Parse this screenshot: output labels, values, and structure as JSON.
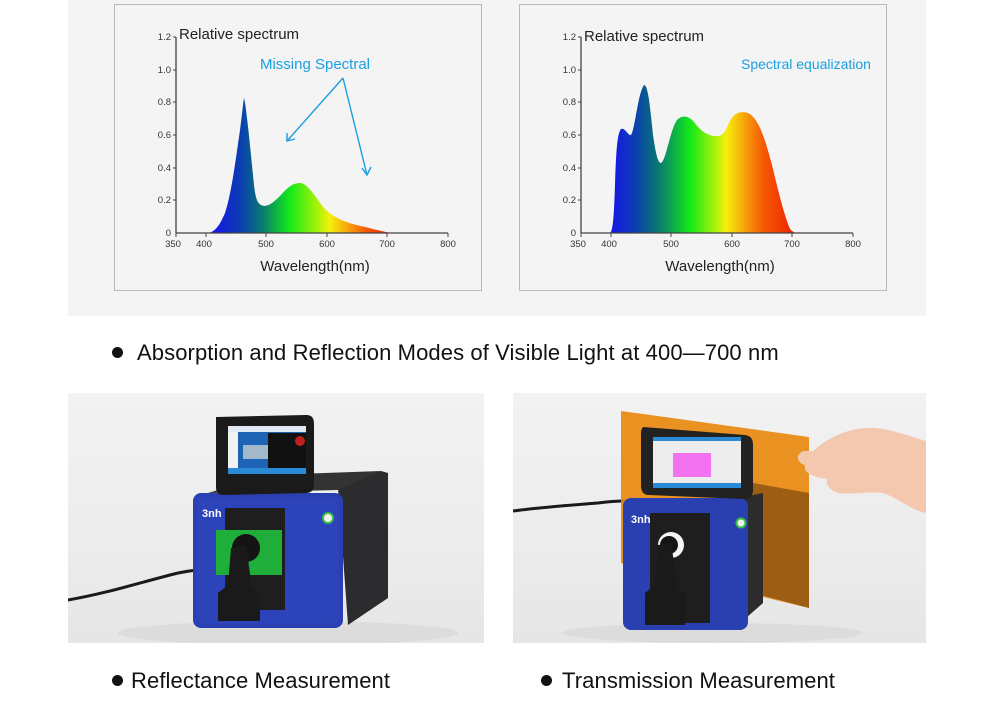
{
  "top_section": {
    "charts": [
      {
        "y_title": "Relative spectrum",
        "annotation": "Missing Spectral",
        "x_title": "Wavelength(nm)",
        "y_ticks": [
          "0",
          "0.2",
          "0.4",
          "0.6",
          "0.8",
          "1.0",
          "1.2"
        ],
        "x_ticks": [
          "350",
          "400",
          "500",
          "600",
          "700",
          "800"
        ]
      },
      {
        "y_title": "Relative spectrum",
        "annotation": "Spectral equalization",
        "x_title": "Wavelength(nm)",
        "y_ticks": [
          "0",
          "0.2",
          "0.4",
          "0.6",
          "0.8",
          "1.0",
          "1.2"
        ],
        "x_ticks": [
          "350",
          "400",
          "500",
          "600",
          "700",
          "800"
        ]
      }
    ],
    "caption": "Absorption and Reflection Modes of Visible Light at 400—700 nm"
  },
  "bottom_section": {
    "items": [
      {
        "caption": "Reflectance Measurement",
        "brand": "3nh",
        "photo_subject": "spectrophotometer-reflectance"
      },
      {
        "caption": "Transmission Measurement",
        "brand": "3nh",
        "photo_subject": "spectrophotometer-transmission"
      }
    ]
  },
  "colors": {
    "annotation": "#1a9fe0",
    "device_blue": "#2a3fb0",
    "panel_bg": "#f4f4f4",
    "filter_orange": "#e8890f"
  },
  "chart_data": [
    {
      "type": "area",
      "title": "Relative spectrum",
      "annotation": "Missing Spectral",
      "xlabel": "Wavelength(nm)",
      "ylabel": "Relative spectrum",
      "xlim": [
        350,
        800
      ],
      "ylim": [
        0,
        1.2
      ],
      "x": [
        400,
        410,
        420,
        430,
        440,
        450,
        455,
        460,
        465,
        470,
        480,
        490,
        500,
        510,
        520,
        530,
        540,
        550,
        560,
        570,
        580,
        590,
        600,
        620,
        640,
        660,
        680,
        700,
        710
      ],
      "values": [
        0,
        0.01,
        0.04,
        0.12,
        0.3,
        0.6,
        0.76,
        0.83,
        0.75,
        0.5,
        0.22,
        0.17,
        0.17,
        0.2,
        0.24,
        0.28,
        0.31,
        0.32,
        0.31,
        0.28,
        0.23,
        0.18,
        0.14,
        0.09,
        0.06,
        0.04,
        0.02,
        0.005,
        0
      ]
    },
    {
      "type": "area",
      "title": "Relative spectrum",
      "annotation": "Spectral equalization",
      "xlabel": "Wavelength(nm)",
      "ylabel": "Relative spectrum",
      "xlim": [
        350,
        800
      ],
      "ylim": [
        0,
        1.2
      ],
      "x": [
        400,
        405,
        410,
        415,
        420,
        430,
        440,
        450,
        455,
        460,
        470,
        480,
        490,
        500,
        510,
        520,
        530,
        540,
        550,
        560,
        570,
        580,
        590,
        600,
        610,
        620,
        640,
        660,
        670,
        680,
        690,
        700
      ],
      "values": [
        0,
        0.1,
        0.5,
        0.63,
        0.64,
        0.59,
        0.75,
        0.92,
        0.93,
        0.85,
        0.5,
        0.46,
        0.58,
        0.69,
        0.72,
        0.71,
        0.65,
        0.61,
        0.6,
        0.6,
        0.63,
        0.71,
        0.75,
        0.75,
        0.74,
        0.71,
        0.58,
        0.35,
        0.22,
        0.1,
        0.03,
        0
      ]
    }
  ]
}
